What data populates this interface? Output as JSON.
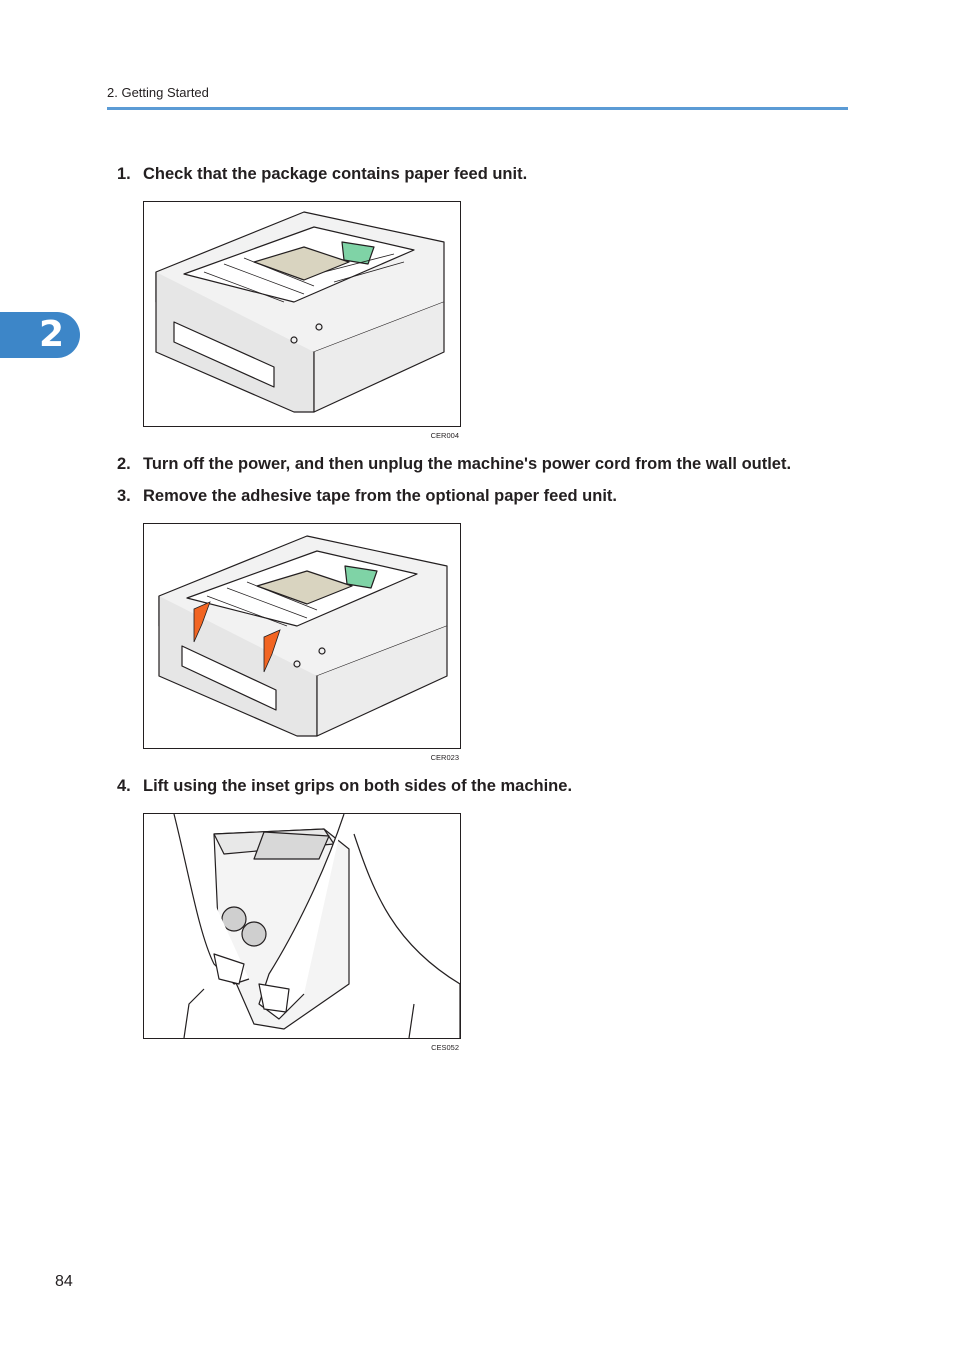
{
  "header": {
    "section": "2. Getting Started"
  },
  "chapter_tab": {
    "label": "2"
  },
  "steps": [
    {
      "number": "1.",
      "text": "Check that the package contains paper feed unit."
    },
    {
      "number": "2.",
      "text": "Turn off the power, and then unplug the machine's power cord from the wall outlet."
    },
    {
      "number": "3.",
      "text": "Remove the adhesive tape from the optional paper feed unit."
    },
    {
      "number": "4.",
      "text": "Lift using the inset grips on both sides of the machine."
    }
  ],
  "figures": [
    {
      "code": "CER004"
    },
    {
      "code": "CER023"
    },
    {
      "code": "CES052"
    }
  ],
  "colors": {
    "accent_rule": "#5b9bd5",
    "chapter_tab": "#3d86c8",
    "tape": "#f26522",
    "green_part": "#7fd3a6"
  },
  "footer": {
    "page_number": "84"
  }
}
